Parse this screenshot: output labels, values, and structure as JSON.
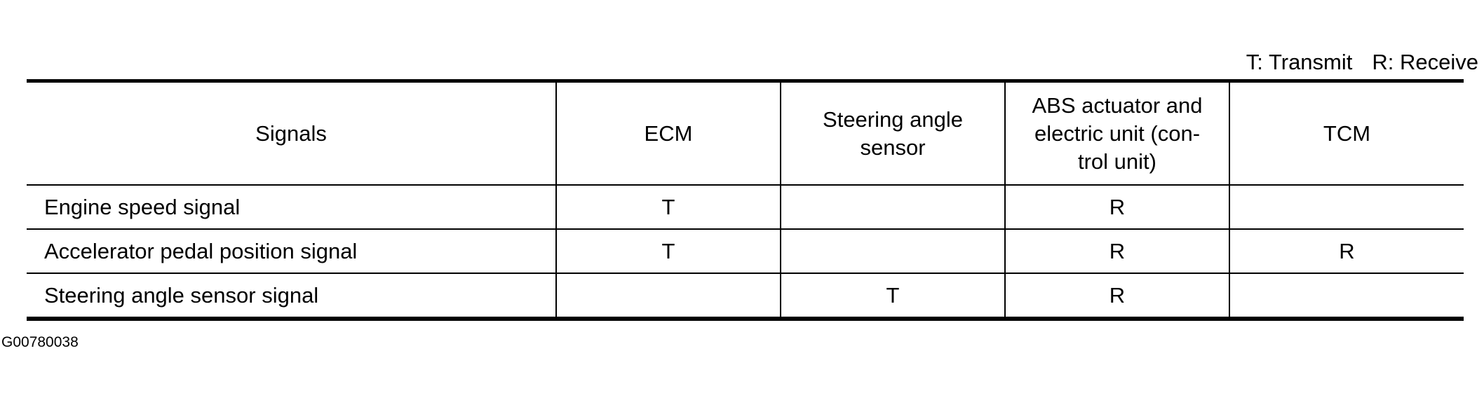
{
  "legend": {
    "transmit": "T: Transmit",
    "receive": "R: Receive"
  },
  "table": {
    "headers": [
      "Signals",
      "ECM",
      "Steering angle sensor",
      "ABS actuator and electric unit (con-trol unit)",
      "TCM"
    ],
    "header_lines": {
      "steering": [
        "Steering angle",
        "sensor"
      ],
      "abs": [
        "ABS actuator and",
        "electric unit (con-",
        "trol unit)"
      ]
    },
    "rows": [
      {
        "signal": "Engine speed signal",
        "ecm": "T",
        "steering": "",
        "abs": "R",
        "tcm": ""
      },
      {
        "signal": "Accelerator pedal position signal",
        "ecm": "T",
        "steering": "",
        "abs": "R",
        "tcm": "R"
      },
      {
        "signal": "Steering angle sensor signal",
        "ecm": "",
        "steering": "T",
        "abs": "R",
        "tcm": ""
      }
    ]
  },
  "figure_id": "G00780038"
}
